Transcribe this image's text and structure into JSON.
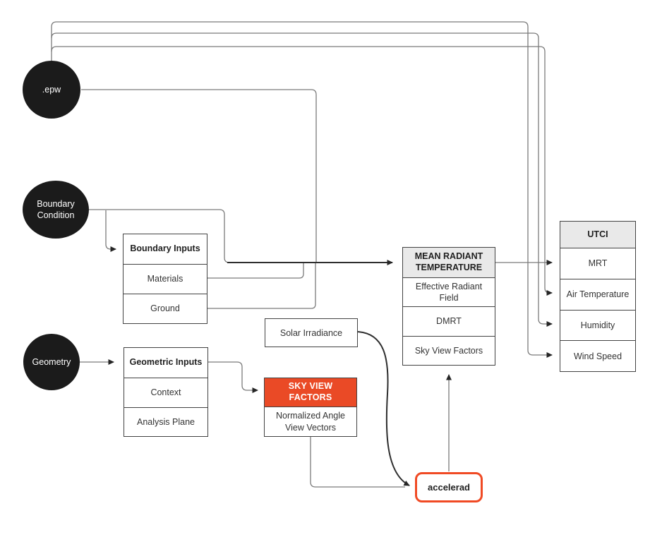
{
  "diagram": {
    "nodes": {
      "epw": {
        "label": ".epw"
      },
      "boundary_condition": {
        "label": "Boundary Condition"
      },
      "geometry": {
        "label": "Geometry"
      },
      "boundary_inputs": {
        "header": "Boundary Inputs",
        "rows": [
          "Materials",
          "Ground"
        ]
      },
      "geometric_inputs": {
        "header": "Geometric Inputs",
        "rows": [
          "Context",
          "Analysis Plane"
        ]
      },
      "solar_irradiance": {
        "label": "Solar Irradiance"
      },
      "sky_view_factors": {
        "header": "SKY VIEW FACTORS",
        "rows": [
          "Normalized Angle View Vectors"
        ]
      },
      "mean_radiant_temperature": {
        "header": "MEAN RADIANT TEMPERATURE",
        "rows": [
          "Effective Radiant Field",
          "DMRT",
          "Sky View Factors"
        ]
      },
      "utci": {
        "header": "UTCI",
        "rows": [
          "MRT",
          "Air Temperature",
          "Humidity",
          "Wind Speed"
        ]
      },
      "accelerad": {
        "label": "accelerad"
      }
    },
    "edges": [
      {
        "from": ".epw",
        "to": "UTCI / Wind Speed"
      },
      {
        "from": ".epw",
        "to": "UTCI / Humidity"
      },
      {
        "from": ".epw",
        "to": "UTCI / Air Temperature"
      },
      {
        "from": ".epw",
        "to": "MEAN RADIANT TEMPERATURE"
      },
      {
        "from": "Boundary Condition",
        "to": "Boundary Inputs"
      },
      {
        "from": "Boundary Condition",
        "to": "MEAN RADIANT TEMPERATURE"
      },
      {
        "from": "Boundary Inputs / Materials",
        "to": "MEAN RADIANT TEMPERATURE"
      },
      {
        "from": "Boundary Inputs / Ground",
        "to": "MEAN RADIANT TEMPERATURE"
      },
      {
        "from": "Geometry",
        "to": "Geometric Inputs"
      },
      {
        "from": "Geometric Inputs",
        "to": "SKY VIEW FACTORS"
      },
      {
        "from": "SKY VIEW FACTORS / Normalized Angle View Vectors",
        "to": "accelerad"
      },
      {
        "from": "Solar Irradiance",
        "to": "accelerad"
      },
      {
        "from": "accelerad",
        "to": "MEAN RADIANT TEMPERATURE / Sky View Factors"
      },
      {
        "from": "MEAN RADIANT TEMPERATURE",
        "to": "UTCI / MRT"
      }
    ],
    "colors": {
      "node_fill_black": "#1b1b1b",
      "header_fill_gray": "#e9e9e9",
      "accent_orange": "#ea4a26",
      "accelerad_border_orange": "#f04a24",
      "edge_gray": "#7b7b7b",
      "edge_dark": "#2e2e2e",
      "box_border": "#424242"
    }
  }
}
